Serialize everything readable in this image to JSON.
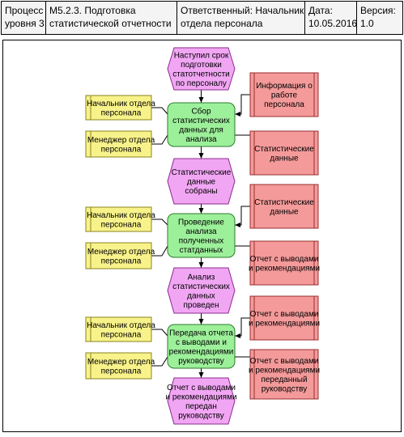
{
  "header": {
    "level": "Процесс\nуровня 3",
    "process": "М5.2.3.  Подготовка\nстатистической отчетности",
    "responsible": "Ответственный: Начальник\nотдела персонала",
    "date_label": "Дата:",
    "date": "10.05.2016",
    "version_label": "Версия:",
    "version": "1.0"
  },
  "events": [
    [
      "Наступил срок",
      "подготовки",
      "статотчетности",
      "по персоналу"
    ],
    [
      "Статистические",
      "данные",
      "собраны"
    ],
    [
      "Анализ",
      "статистических",
      "данных",
      "проведен"
    ],
    [
      "Отчет с выводами",
      "и рекомендациями",
      "передан",
      "руководству"
    ]
  ],
  "functions": [
    [
      "Сбор",
      "статистических",
      "данных для",
      "анализа"
    ],
    [
      "Проведение",
      "анализа",
      "полученных",
      "статданных"
    ],
    [
      "Передача отчета",
      "с выводами и",
      "рекомендациями",
      "руководству"
    ]
  ],
  "roles": [
    [
      "Начальник отдела",
      "персонала"
    ],
    [
      "Менеджер отдела",
      "персонала"
    ],
    [
      "Начальник отдела",
      "персонала"
    ],
    [
      "Менеджер отдела",
      "персонала"
    ],
    [
      "Начальник отдела",
      "персонала"
    ],
    [
      "Менеджер отдела",
      "персонала"
    ]
  ],
  "documents": [
    [
      "Информация о",
      "работе",
      "персонала"
    ],
    [
      "Статистические",
      "данные"
    ],
    [
      "Статистические",
      "данные"
    ],
    [
      "Отчет с выводами",
      "и рекомендациями"
    ],
    [
      "Отчет с выводами",
      "и рекомендациями"
    ],
    [
      "Отчет с выводами",
      "и рекомендациями",
      "переданный",
      "руководству"
    ]
  ],
  "colors": {
    "event_fill": "#f1a6f4",
    "event_stroke": "#8a2b8e",
    "function_fill": "#9df09a",
    "function_stroke": "#2d7a2d",
    "role_fill": "#f8f28a",
    "role_stroke": "#8a8420",
    "doc_fill": "#f49a9a",
    "doc_stroke": "#9a2d2d"
  }
}
